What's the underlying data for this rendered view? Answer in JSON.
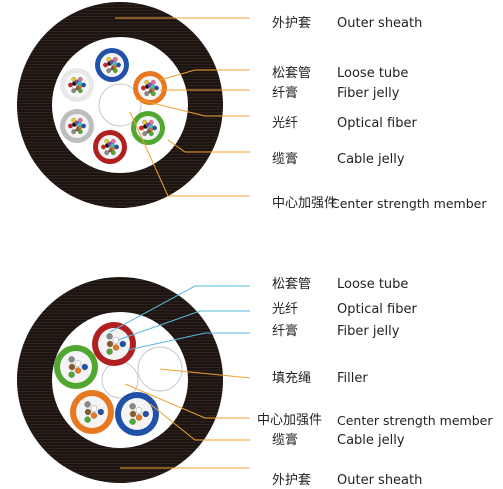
{
  "diagram_top": {
    "labels": [
      {
        "zh": "外护套",
        "en": "Outer sheath"
      },
      {
        "zh": "松套管",
        "en": "Loose tube"
      },
      {
        "zh": "纤膏",
        "en": "Fiber jelly"
      },
      {
        "zh": "光纤",
        "en": "Optical fiber"
      },
      {
        "zh": "缆膏",
        "en": "Cable jelly"
      },
      {
        "zh": "中心加强件",
        "en": "Center strength member"
      }
    ]
  },
  "diagram_bottom": {
    "labels": [
      {
        "zh": "松套管",
        "en": "Loose tube"
      },
      {
        "zh": "光纤",
        "en": "Optical fiber"
      },
      {
        "zh": "纤膏",
        "en": "Fiber jelly"
      },
      {
        "zh": "填充绳",
        "en": "Filler"
      },
      {
        "zh": "中心加强件",
        "en": "Center strength member"
      },
      {
        "zh": "缆膏",
        "en": "Cable jelly"
      },
      {
        "zh": "外护套",
        "en": "Outer sheath"
      }
    ]
  },
  "colors": {
    "sheath": "#1c1410",
    "leader_line_orange": "#f0a030",
    "leader_line_blue": "#5ab8e0",
    "tube_blue": "#2050a8",
    "tube_orange": "#e87820",
    "tube_green": "#50a830",
    "tube_grey": "#9a9a9a",
    "tube_red": "#b02020"
  }
}
